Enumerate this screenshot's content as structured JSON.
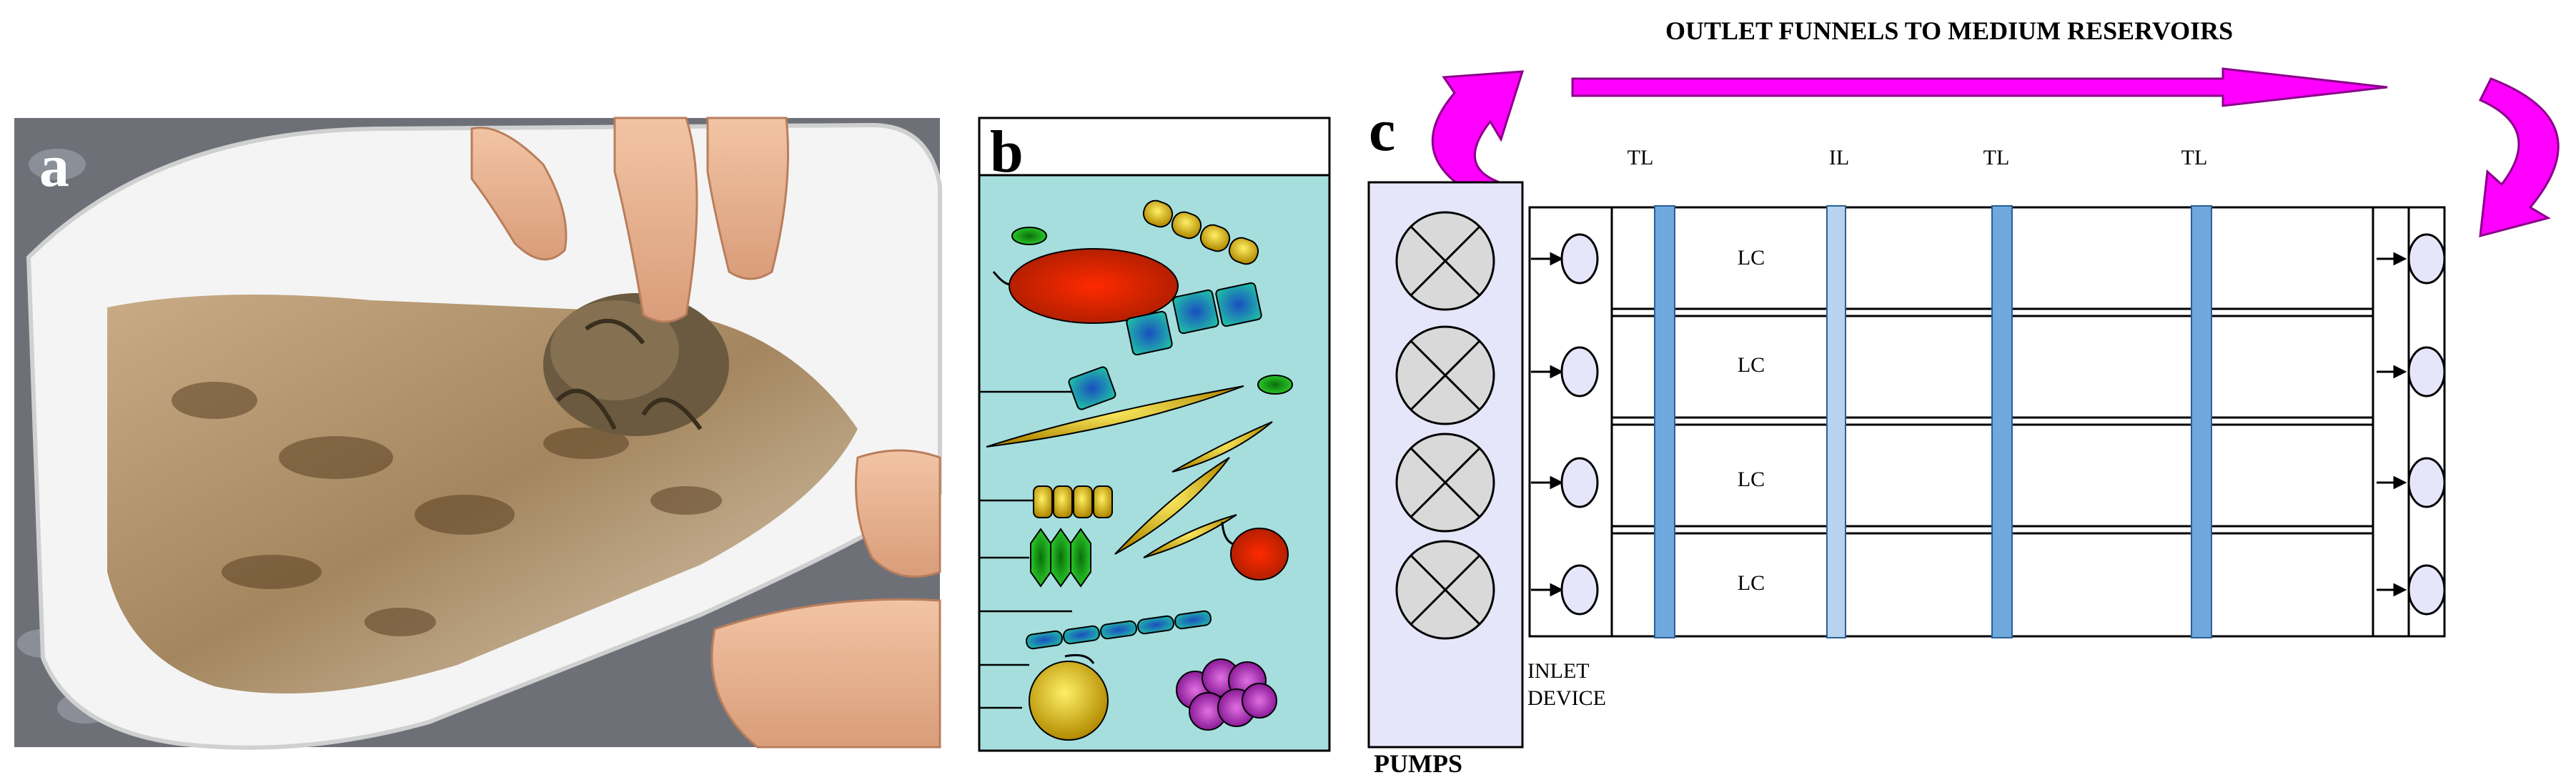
{
  "panels": {
    "a": {
      "letter": "a"
    },
    "b": {
      "letter": "b"
    },
    "c": {
      "letter": "c",
      "header": "OUTLET FUNNELS TO MEDIUM RESERVOIRS",
      "columns": [
        "TL",
        "IL",
        "TL",
        "TL"
      ],
      "channel_label": "LC",
      "channel_count": 4,
      "inlet_label_line1": "INLET",
      "inlet_label_line2": "DEVICE",
      "pumps_label": "PUMPS"
    }
  },
  "colors": {
    "arrow_magenta": "#ff00ff",
    "panel_b_water": "#a6dede",
    "light_lane": "#6fa8dc",
    "interface_lane": "#b9d3ee",
    "pump_box": "#e6e6fa",
    "valve_fill": "#d9d9d9",
    "outlet_fill": "#e6e6fa"
  }
}
